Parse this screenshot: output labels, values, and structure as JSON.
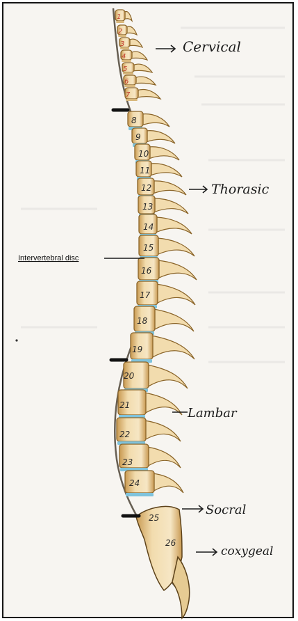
{
  "diagram": {
    "labels": {
      "cervical": "Cervical",
      "thorasic": "Thorasic",
      "intervertebral_disc": "Intervertebral disc",
      "lambar": "Lambar",
      "socral": "Socral",
      "coxygeal": "coxygeal"
    },
    "vertebrae": [
      {
        "n": "1",
        "region": "cervical"
      },
      {
        "n": "2",
        "region": "cervical"
      },
      {
        "n": "3",
        "region": "cervical"
      },
      {
        "n": "4",
        "region": "cervical"
      },
      {
        "n": "5",
        "region": "cervical"
      },
      {
        "n": "6",
        "region": "cervical"
      },
      {
        "n": "7",
        "region": "cervical"
      },
      {
        "n": "8",
        "region": "thoracic"
      },
      {
        "n": "9",
        "region": "thoracic"
      },
      {
        "n": "10",
        "region": "thoracic"
      },
      {
        "n": "11",
        "region": "thoracic"
      },
      {
        "n": "12",
        "region": "thoracic"
      },
      {
        "n": "13",
        "region": "thoracic"
      },
      {
        "n": "14",
        "region": "thoracic"
      },
      {
        "n": "15",
        "region": "thoracic"
      },
      {
        "n": "16",
        "region": "thoracic"
      },
      {
        "n": "17",
        "region": "thoracic"
      },
      {
        "n": "18",
        "region": "thoracic"
      },
      {
        "n": "19",
        "region": "thoracic"
      },
      {
        "n": "20",
        "region": "lumbar"
      },
      {
        "n": "21",
        "region": "lumbar"
      },
      {
        "n": "22",
        "region": "lumbar"
      },
      {
        "n": "23",
        "region": "lumbar"
      },
      {
        "n": "24",
        "region": "lumbar"
      },
      {
        "n": "25",
        "region": "sacral"
      },
      {
        "n": "26",
        "region": "coccygeal"
      }
    ],
    "colors": {
      "bone": "#f2dcae",
      "bone_shadow": "#c99a52",
      "bone_dark": "#8a6428",
      "disc": "#7fc3dc",
      "cervical_number": "#c0392b",
      "ink": "#1c1c1c",
      "paper": "#f7f5f1"
    }
  }
}
